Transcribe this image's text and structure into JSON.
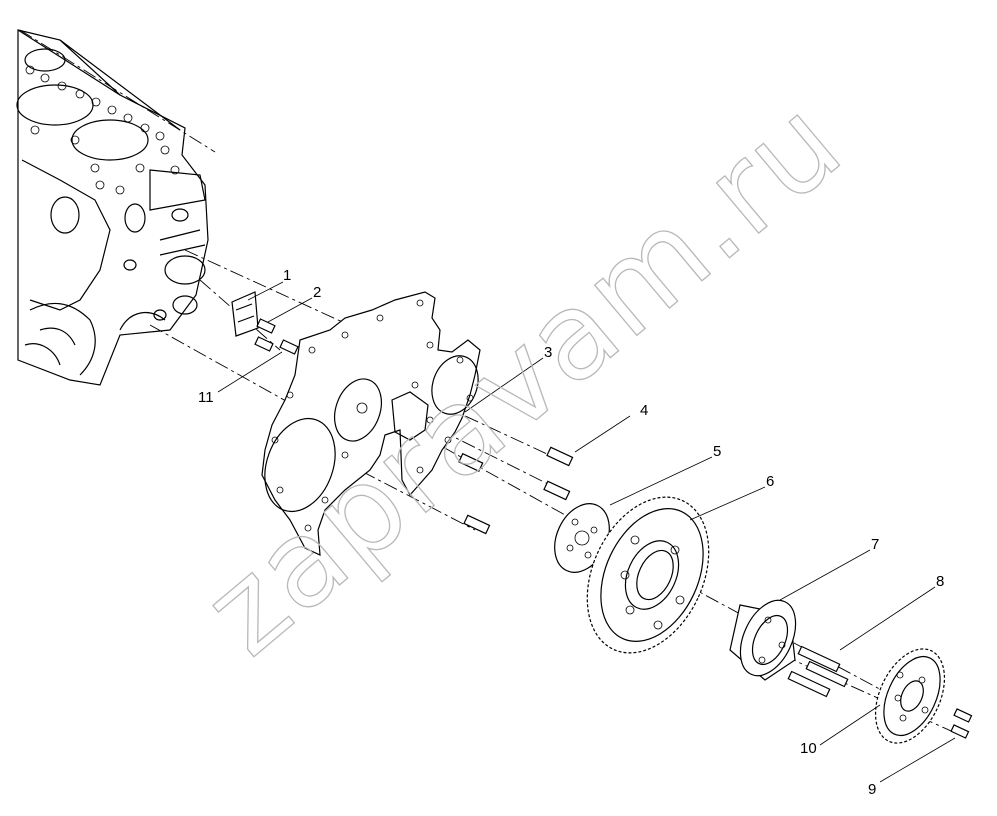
{
  "watermark": "zapravam.ru",
  "callouts": [
    {
      "id": "1",
      "label": "1"
    },
    {
      "id": "2",
      "label": "2"
    },
    {
      "id": "3",
      "label": "3"
    },
    {
      "id": "4",
      "label": "4"
    },
    {
      "id": "5",
      "label": "5"
    },
    {
      "id": "6",
      "label": "6"
    },
    {
      "id": "7",
      "label": "7"
    },
    {
      "id": "8",
      "label": "8"
    },
    {
      "id": "9",
      "label": "9"
    },
    {
      "id": "10",
      "label": "10"
    },
    {
      "id": "11",
      "label": "11"
    }
  ]
}
